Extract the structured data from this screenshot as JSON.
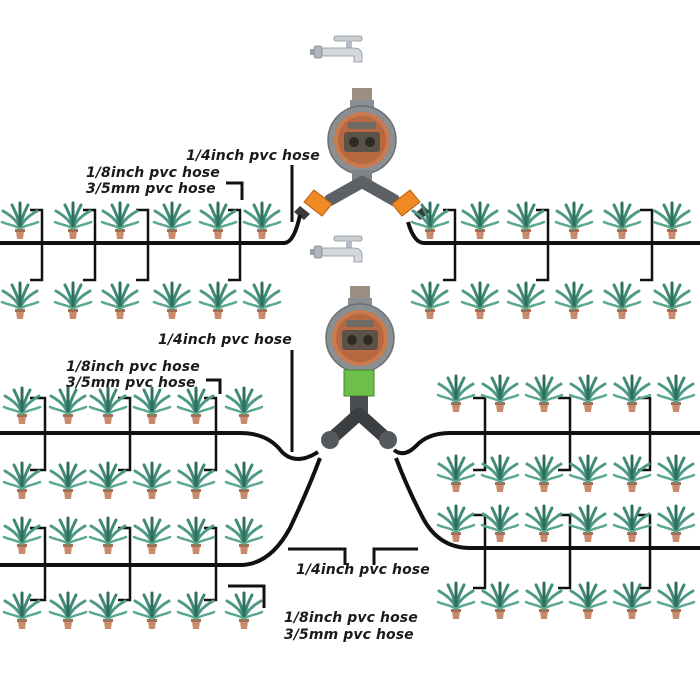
{
  "labels": {
    "top_main_hose": "1/4inch pvc hose",
    "top_branch_hose": "1/8inch pvc hose",
    "top_branch_hose_alt": "3/5mm pvc hose",
    "middle_main_hose": "1/4inch pvc hose",
    "middle_branch_hose": "1/8inch pvc hose",
    "middle_branch_hose_alt": "3/5mm pvc hose",
    "bottom_main_hose": "1/4inch pvc hose",
    "bottom_branch_hose": "1/8inch pvc hose",
    "bottom_branch_hose_alt": "3/5mm pvc hose"
  },
  "colors": {
    "hose": "#111111",
    "leaf": "#4e9a84",
    "leaf_dark": "#2f6e5e",
    "pot": "#c98b6b",
    "timer_body": "#8a8f94",
    "timer_face": "#c97a4e",
    "connector_orange": "#f08a24",
    "connector_green": "#6cc04a"
  },
  "icons": [
    "faucet-icon",
    "water-timer-icon",
    "y-splitter-icon",
    "potted-plant-icon"
  ]
}
